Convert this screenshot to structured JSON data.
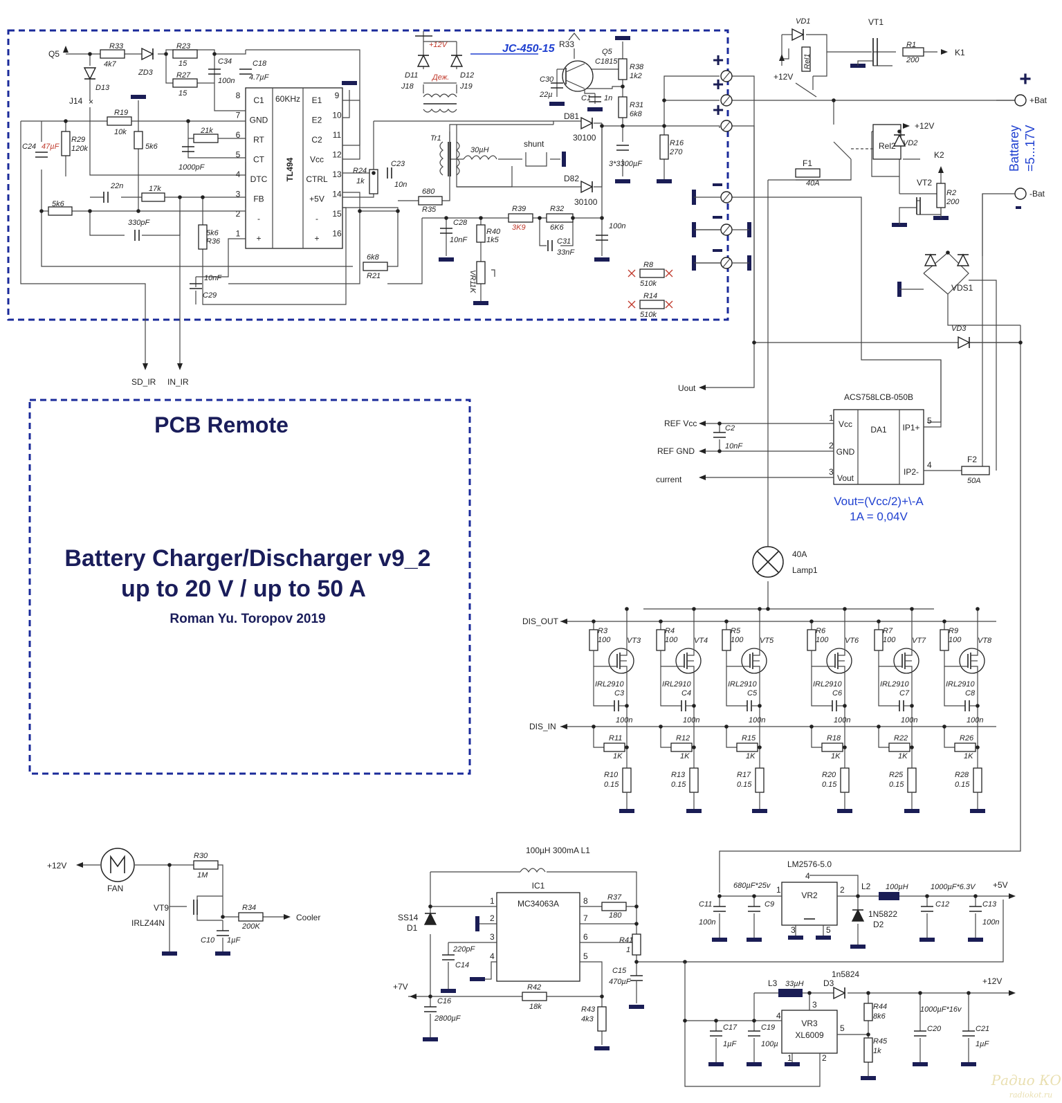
{
  "title_block": {
    "label": "PCB Remote",
    "line1": "Battery Charger/Discharger v9_2",
    "line2": "up to 20 V / up to 50 A",
    "author": "Roman Yu. Toropov 2019"
  },
  "psu_block": {
    "name": "JC-450-15",
    "ic": {
      "name": "TL494",
      "freq": "60KHz",
      "pins_left": [
        "C1",
        "GND",
        "RT",
        "CT",
        "DTC",
        "FB",
        "-",
        "+"
      ],
      "pins_right": [
        "E1",
        "E2",
        "C2",
        "Vcc",
        "CTRL",
        "+5V",
        "-",
        "+"
      ],
      "pin_nums_left": [
        "8",
        "7",
        "6",
        "5",
        "4",
        "3",
        "2",
        "1"
      ],
      "pin_nums_right": [
        "9",
        "10",
        "11",
        "12",
        "13",
        "14",
        "15",
        "16"
      ]
    },
    "standby": {
      "v": "+12V",
      "note": "Деж."
    },
    "outputs": [
      "SD_IR",
      "IN_IR"
    ]
  },
  "parts": {
    "q5": "Q5",
    "r33": "R33",
    "r33v": "4k7",
    "zd3": "ZD3",
    "d13": "D13",
    "j14": "J14",
    "r23": "R23",
    "r23v": "15",
    "r27": "R27",
    "r27v": "15",
    "c34": "C34",
    "c34v": "100n",
    "c18": "C18",
    "c18v": "4.7µF",
    "r19": "R19",
    "r19v": "10k",
    "r5k6a": "5k6",
    "r29": "R29",
    "r29v": "120k",
    "c24": "C24",
    "c24v": "47µF",
    "rt": "21k",
    "ct": "1000pF",
    "c22": "22n",
    "r17k": "17k",
    "r5k6b": "5k6",
    "c330": "330pF",
    "r36": "R36",
    "r36v": "5k6",
    "c29": "C29",
    "c29v": "10nF",
    "r21": "R21",
    "r21v": "6k8",
    "r24": "R24",
    "r24v": "1k",
    "c23": "C23",
    "c23v": "10n",
    "r35": "R35",
    "r35v": "680",
    "d11": "D11",
    "d12": "D12",
    "j18": "J18",
    "j19": "J19",
    "tr1": "Tr1",
    "choke": "30µH",
    "shunt": "shunt",
    "d81": "D81",
    "d81v": "30100",
    "d82": "D82",
    "d82v": "30100",
    "r33b": "R33",
    "q5b": "Q5",
    "q5bv": "C1815",
    "c30": "C30",
    "c30v": "22µ",
    "c1": "C1",
    "c1v": "1n",
    "r38": "R38",
    "r38v": "1k2",
    "r31": "R31",
    "r31v": "6k8",
    "cbig": "3*3300µF",
    "r16": "R16",
    "r16v": "270",
    "c28": "C28",
    "c28v": "10nF",
    "r40": "R40",
    "r40v": "1k5",
    "vr1": "VR1",
    "vr1v": "1K",
    "r39": "R39",
    "r39v": "3K9",
    "r32": "R32",
    "r32v": "6K6",
    "c31": "C31",
    "c31v": "33nF",
    "c100": "100n",
    "r8": "R8",
    "r8v": "510k",
    "r14": "R14",
    "r14v": "510k",
    "vd1": "VD1",
    "vt1": "VT1",
    "rel1": "Rel1",
    "r1": "R1",
    "r1v": "200",
    "k1": "K1",
    "p12a": "+12V",
    "rel2": "Rel2",
    "vd2": "VD2",
    "p12b": "+12V",
    "k2": "K2",
    "vt2": "VT2",
    "r2": "R2",
    "r2v": "200",
    "f1": "F1",
    "f1v": "40A",
    "pbat": "+Bat",
    "nbat": "-Bat",
    "battery": "Battarey",
    "batv": "=5...17V",
    "vds1": "VDS1",
    "vd3": "VD3",
    "uout": "Uout",
    "acs": "ACS758LCB-050B",
    "da1": "DA1",
    "vcc": "Vcc",
    "gnd": "GND",
    "vout": "Vout",
    "ip1": "IP1+",
    "ip2": "IP2-",
    "refvcc": "REF Vcc",
    "refgnd": "REF GND",
    "c2": "C2",
    "c2v": "10nF",
    "current": "current",
    "f2": "F2",
    "f2v": "50A",
    "formula1": "Vout=(Vcc/2)+\\-A",
    "formula2": "1A = 0,04V",
    "lamp": "Lamp1",
    "lampv": "40A",
    "dis_out": "DIS_OUT",
    "dis_in": "DIS_IN",
    "fan": "FAN",
    "fan12": "+12V",
    "r30": "R30",
    "r30v": "1M",
    "vt9": "VT9",
    "vt9v": "IRLZ44N",
    "c10": "C10",
    "c10v": "1µF",
    "r34": "R34",
    "r34v": "200K",
    "cooler": "Cooler",
    "l1": "100µH 300mA L1",
    "ic1": "IC1",
    "ic1v": "MC34063A",
    "ss14": "SS14",
    "d1": "D1",
    "c14": "C14",
    "c14v": "220pF",
    "p7": "+7V",
    "c16": "C16",
    "c16v": "2800µF",
    "r42": "R42",
    "r42v": "18k",
    "r37": "R37",
    "r37v": "180",
    "r41": "R41",
    "r41v": "1",
    "c15": "C15",
    "c15v": "470µF",
    "r43": "R43",
    "r43v": "4k3",
    "lm": "LM2576-5.0",
    "vr2": "VR2",
    "c11": "C11",
    "c11v": "100n",
    "c9": "C9",
    "c9v": "680µF*25v",
    "l2": "L2",
    "l2v": "100µH",
    "d2": "D2",
    "d2v": "1N5822",
    "c12": "C12",
    "c12v": "1000µF*6.3V",
    "c13": "C13",
    "c13v": "100n",
    "p5": "+5V",
    "l3": "L3",
    "l3v": "33µH",
    "d3": "D3",
    "d3v": "1n5824",
    "vr3": "VR3",
    "vr3v": "XL6009",
    "c17": "C17",
    "c17v": "1µF",
    "c19": "C19",
    "c19v": "100µ",
    "r44": "R44",
    "r44v": "8k6",
    "r45": "R45",
    "r45v": "1k",
    "c20": "C20",
    "c20v": "1000µF*16v",
    "c21": "C21",
    "c21v": "1µF",
    "p12": "+12V"
  },
  "discharge_stages": [
    {
      "r": "R3",
      "rv": "100",
      "vt": "VT3",
      "m": "IRL2910",
      "c": "C3",
      "cv": "100n",
      "rg": "R11",
      "rgv": "1K",
      "rs": "R10",
      "rsv": "0.15"
    },
    {
      "r": "R4",
      "rv": "100",
      "vt": "VT4",
      "m": "IRL2910",
      "c": "C4",
      "cv": "100n",
      "rg": "R12",
      "rgv": "1K",
      "rs": "R13",
      "rsv": "0.15"
    },
    {
      "r": "R5",
      "rv": "100",
      "vt": "VT5",
      "m": "IRL2910",
      "c": "C5",
      "cv": "100n",
      "rg": "R15",
      "rgv": "1K",
      "rs": "R17",
      "rsv": "0.15"
    },
    {
      "r": "R6",
      "rv": "100",
      "vt": "VT6",
      "m": "IRL2910",
      "c": "C6",
      "cv": "100n",
      "rg": "R18",
      "rgv": "1K",
      "rs": "R20",
      "rsv": "0.15"
    },
    {
      "r": "R7",
      "rv": "100",
      "vt": "VT7",
      "m": "IRL2910",
      "c": "C7",
      "cv": "100n",
      "rg": "R22",
      "rgv": "1K",
      "rs": "R25",
      "rsv": "0.15"
    },
    {
      "r": "R9",
      "rv": "100",
      "vt": "VT8",
      "m": "IRL2910",
      "c": "C8",
      "cv": "100n",
      "rg": "R26",
      "rgv": "1K",
      "rs": "R28",
      "rsv": "0.15"
    }
  ],
  "pin_numbers": {
    "p1": "1",
    "p2": "2",
    "p3": "3",
    "p4": "4",
    "p5": "5",
    "p6": "6",
    "p7": "7",
    "p8": "8"
  },
  "watermark": {
    "line1": "Радио КОТ",
    "line2": "radiokot.ru"
  }
}
